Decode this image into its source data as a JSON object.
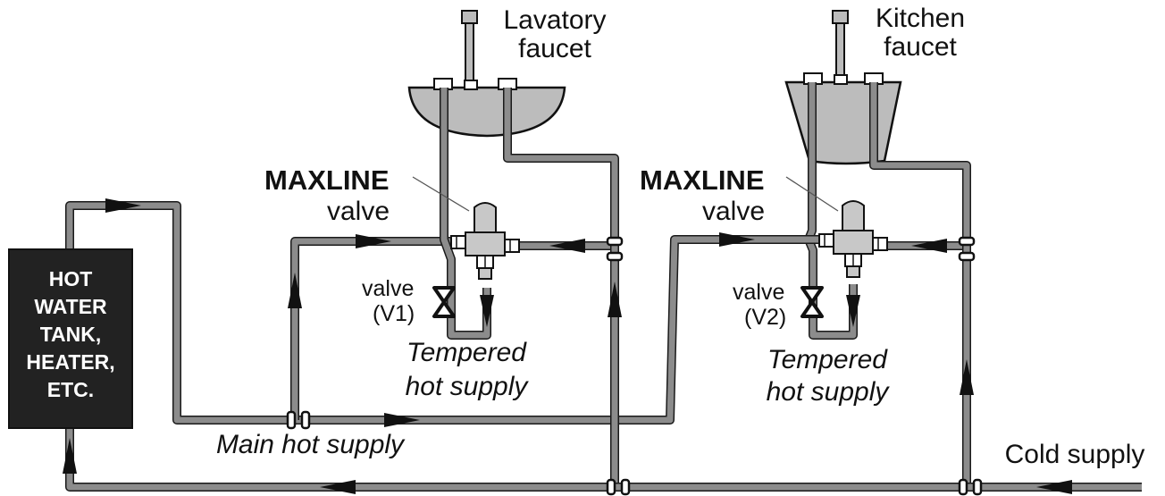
{
  "diagram": {
    "tank_label": [
      "HOT",
      "WATER",
      "TANK,",
      "HEATER,",
      "ETC."
    ],
    "fixtures": [
      {
        "name_line1": "Lavatory",
        "name_line2": "faucet"
      },
      {
        "name_line1": "Kitchen",
        "name_line2": "faucet"
      }
    ],
    "mixing_valves": [
      {
        "brand": "MAXLINE",
        "type": "valve"
      },
      {
        "brand": "MAXLINE",
        "type": "valve"
      }
    ],
    "isolation_valves": [
      {
        "line1": "valve",
        "line2": "(V1)"
      },
      {
        "line1": "valve",
        "line2": "(V2)"
      }
    ],
    "tempered_labels": [
      {
        "line1": "Tempered",
        "line2": "hot supply"
      },
      {
        "line1": "Tempered",
        "line2": "hot supply"
      }
    ],
    "main_hot_label": "Main hot supply",
    "cold_supply_label": "Cold supply",
    "colors": {
      "pipe": "#8c8c8c",
      "tank": "#222222",
      "fixture": "#bcbcbc",
      "ink": "#111111"
    }
  }
}
